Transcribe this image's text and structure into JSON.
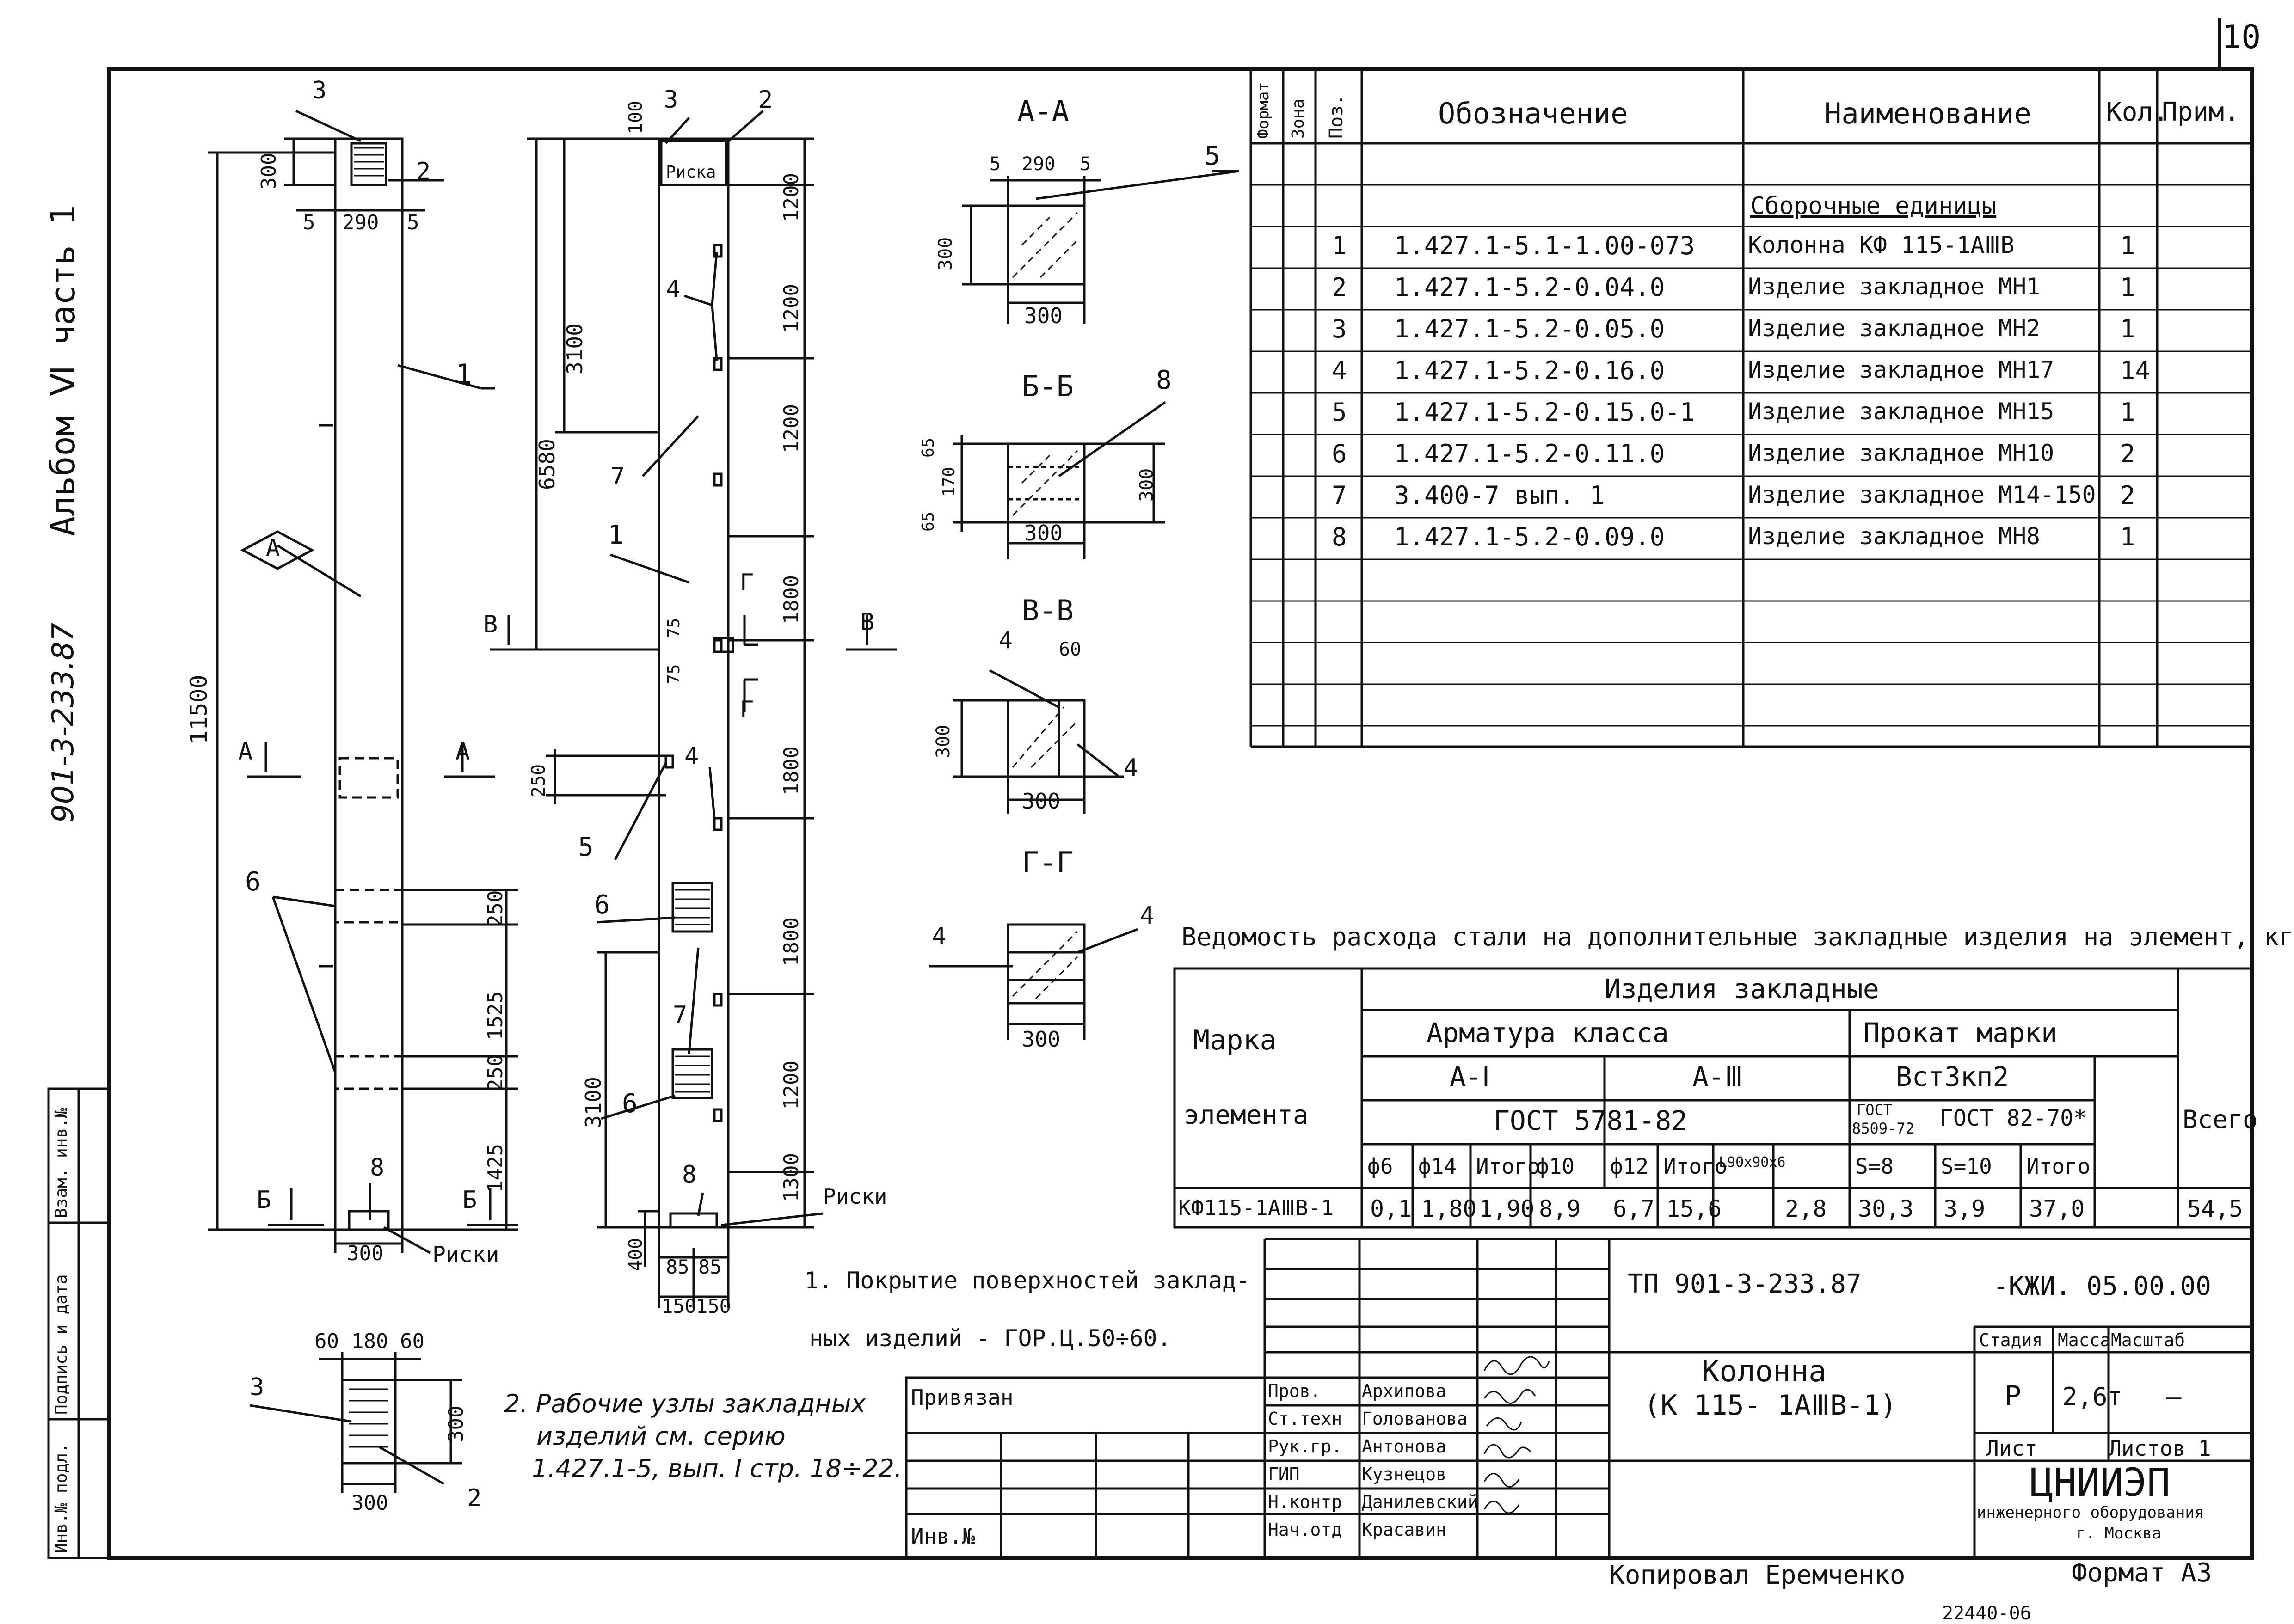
{
  "sheet": {
    "page_number": "10",
    "album": "Альбом Ⅵ часть 1",
    "project_code_left": "901-3-233.87",
    "left_stamp": [
      "Инв.№ подл.",
      "Подпись и дата",
      "Взам. инв.№"
    ],
    "copied_by": "Копировал Еремченко",
    "format": "Формат А3",
    "bottom_partial": "22440-06"
  },
  "drawing": {
    "elevation": {
      "labels": [
        "3",
        "2",
        "300",
        "5",
        "290",
        "5",
        "1",
        "А",
        "11500",
        "А",
        "А",
        "6",
        "250",
        "1525",
        "250",
        "1425",
        "8",
        "Б",
        "Б",
        "300",
        "Риски"
      ]
    },
    "side_view": {
      "labels": [
        "100",
        "3",
        "2",
        "Риска",
        "1200",
        "3100",
        "4",
        "1200",
        "6580",
        "1200",
        "7",
        "1",
        "1800",
        "В",
        "В",
        "75",
        "75",
        "Г",
        "Г",
        "1800",
        "250",
        "4",
        "5",
        "1800",
        "6",
        "1200",
        "7",
        "3100",
        "6",
        "8",
        "Риски",
        "1300",
        "400",
        "85",
        "85",
        "150",
        "150"
      ]
    },
    "sections": [
      {
        "title": "А-А",
        "labels": [
          "5",
          "290",
          "5",
          "5",
          "300",
          "300"
        ]
      },
      {
        "title": "Б-Б",
        "labels": [
          "8",
          "65",
          "170",
          "65",
          "300",
          "300"
        ]
      },
      {
        "title": "В-В",
        "labels": [
          "4",
          "60",
          "300",
          "4",
          "300"
        ]
      },
      {
        "title": "Г-Г",
        "labels": [
          "4",
          "4",
          "300"
        ]
      }
    ],
    "detail_3": {
      "labels": [
        "60",
        "180",
        "60",
        "3",
        "300",
        "300",
        "2"
      ]
    }
  },
  "spec_table": {
    "headers": [
      "Формат",
      "Зона",
      "Поз.",
      "Обозначение",
      "Наименование",
      "Кол.",
      "Прим."
    ],
    "section_title": "Сборочные единицы",
    "rows": [
      {
        "pos": "1",
        "designation": "1.427.1-5.1-1.00-073",
        "name": "Колонна КФ 115-1АⅢВ",
        "qty": "1"
      },
      {
        "pos": "2",
        "designation": "1.427.1-5.2-0.04.0",
        "name": "Изделие закладное МН1",
        "qty": "1"
      },
      {
        "pos": "3",
        "designation": "1.427.1-5.2-0.05.0",
        "name": "Изделие закладное МН2",
        "qty": "1"
      },
      {
        "pos": "4",
        "designation": "1.427.1-5.2-0.16.0",
        "name": "Изделие закладное МН17",
        "qty": "14"
      },
      {
        "pos": "5",
        "designation": "1.427.1-5.2-0.15.0-1",
        "name": "Изделие закладное МН15",
        "qty": "1"
      },
      {
        "pos": "6",
        "designation": "1.427.1-5.2-0.11.0",
        "name": "Изделие закладное МН10",
        "qty": "2"
      },
      {
        "pos": "7",
        "designation": "3.400-7 вып. 1",
        "name": "Изделие закладное М14-150",
        "qty": "2"
      },
      {
        "pos": "8",
        "designation": "1.427.1-5.2-0.09.0",
        "name": "Изделие закладное МН8",
        "qty": "1"
      }
    ]
  },
  "steel_table": {
    "title": "Ведомость расхода стали на дополнительные закладные изделия на элемент, кг",
    "mark_header_1": "Марка",
    "mark_header_2": "элемента",
    "group_header": "Изделия закладные",
    "reinf_header": "Арматура класса",
    "rolled_header": "Прокат марки",
    "class_a1": "А-Ⅰ",
    "class_a3": "А-Ⅲ",
    "rolled_grade": "Вст3кп2",
    "gost_reinf": "ГОСТ 5781-82",
    "gost_8509_a": "ГОСТ",
    "gost_8509_b": "8509-72",
    "gost_82": "ГОСТ 82-70*",
    "total_header": "Всего",
    "sub_headers": [
      "ф6",
      "ф14",
      "Итого",
      "ф10",
      "ф12",
      "Итого",
      "L90x90x6",
      "S=8",
      "S=10",
      "Итого"
    ],
    "row": {
      "mark": "КФ115-1АⅢВ-1",
      "values": [
        "0,1",
        "1,80",
        "1,90",
        "8,9",
        "6,7",
        "15,6",
        "2,8",
        "30,3",
        "3,9",
        "37,0",
        "54,5"
      ]
    }
  },
  "notes": [
    "1. Покрытие поверхностей заклад-",
    "ных изделий - ГОР.Ц.50÷60.",
    "2. Рабочие узлы закладных",
    "изделий см. серию",
    "1.427.1-5, вып. I стр. 18÷22."
  ],
  "title_block": {
    "document_code": "ТП 901-3-233.87",
    "sheet_code": "-КЖИ. 05.00.00",
    "object_title_1": "Колонна",
    "object_title_2": "(К 115- 1АⅢВ-1)",
    "stage_label": "Стадия",
    "mass_label": "Масса",
    "scale_label": "Масштаб",
    "stage_value": "Р",
    "mass_value": "2,6т",
    "scale_value": "—",
    "sheet_label": "Лист",
    "sheets_label": "Листов 1",
    "organization": "ЦНИИЭП",
    "organization_sub_1": "инженерного оборудования",
    "organization_sub_2": "г. Москва",
    "privyazan": "Привязан",
    "inv_no": "Инв.№",
    "signatures": [
      {
        "role": "Пров.",
        "name": "Архипова"
      },
      {
        "role": "Ст.техн",
        "name": "Голованова"
      },
      {
        "role": "Рук.гр.",
        "name": "Антонова"
      },
      {
        "role": "ГИП",
        "name": "Кузнецов"
      },
      {
        "role": "Н.контр",
        "name": "Данилевский"
      },
      {
        "role": "Нач.отд",
        "name": "Красавин"
      }
    ]
  }
}
